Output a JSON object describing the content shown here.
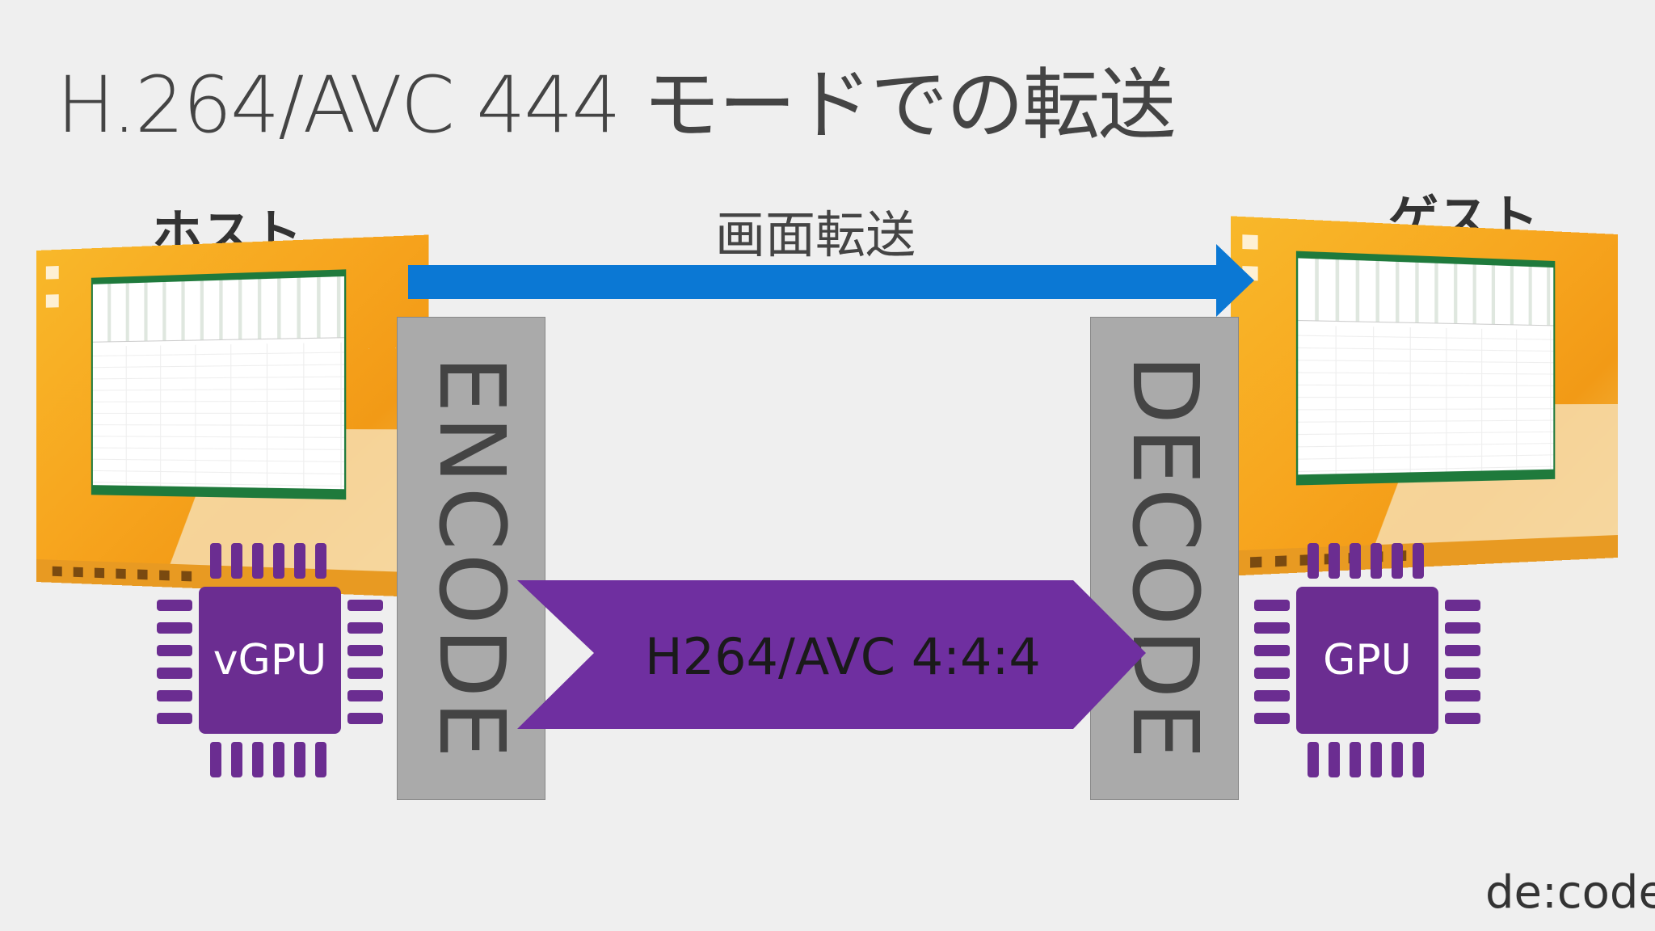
{
  "title": "H.264/AVC 444 モードでの転送",
  "labels": {
    "host": "ホスト",
    "guest": "ゲスト",
    "transfer": "画面転送",
    "encode": "ENCODE",
    "decode": "DECODE",
    "codec": "H264/AVC 4:4:4",
    "vgpu": "vGPU",
    "gpu": "GPU"
  },
  "logo": "de:code",
  "colors": {
    "blue_arrow": "#0b78d4",
    "purple": "#6b2d91",
    "purple_arrow": "#6f2fa0",
    "gray_bar": "#aaaaaa",
    "background": "#efefef"
  },
  "icons": [
    "host-desktop-screenshot",
    "guest-desktop-screenshot",
    "vgpu-chip-icon",
    "gpu-chip-icon"
  ]
}
